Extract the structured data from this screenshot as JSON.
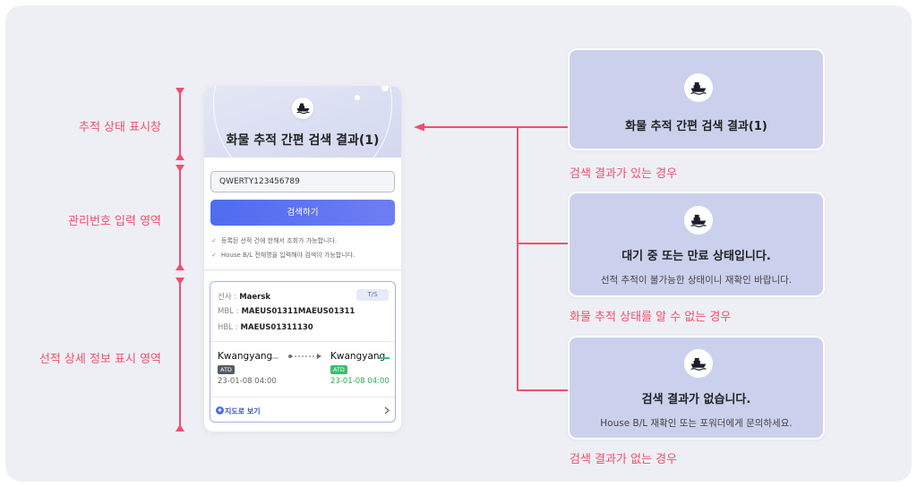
{
  "left_labels": {
    "status": "추적 상태 표시창",
    "input": "관리번호 입력 영역",
    "detail": "선적 상세 정보 표시 영역"
  },
  "phone": {
    "title": "화물 추적 간편 검색 결과(1)",
    "input_value": "QWERTY123456789",
    "search_button": "검색하기",
    "notes": [
      "등록된 선적 건에 한해서 조회가 가능합니다.",
      "House B/L 전체명을 입력해야 검색이 가능합니다."
    ],
    "detail": {
      "carrier_label": "선사 :",
      "carrier": "Maersk",
      "tag": "T/S",
      "mbl_label": "MBL :",
      "mbl": "MAEUS01311MAEUS01311",
      "hbl_label": "HBL :",
      "hbl": "MAEUS01311130",
      "origin": {
        "port": "Kwangyang",
        "badge": "ATD",
        "time": "23-01-08  04:00"
      },
      "destination": {
        "port": "Kwangyang",
        "badge": "ATD",
        "time": "23-01-08  04:00"
      },
      "map_link": "지도로 보기"
    }
  },
  "cases": [
    {
      "title": "화물 추적 간편 검색 결과(1)",
      "subtitle": "",
      "label": "검색 결과가 있는 경우"
    },
    {
      "title": "대기 중 또는 만료 상태입니다.",
      "subtitle": "선적 추적이 불가능한 상태이니 재확인 바랍니다.",
      "label": "화물 추적 상태를 알 수 없는 경우"
    },
    {
      "title": "검색 결과가 없습니다.",
      "subtitle": "House B/L 재확인 또는 포워더에게 문의하세요.",
      "label": "검색 결과가 없는 경우"
    }
  ],
  "colors": {
    "accent": "#f0506b",
    "card_bg": "#cbd1ed",
    "button": "#4f6cf0",
    "atd_gray": "#555a66",
    "atd_green": "#3bbf6a"
  }
}
